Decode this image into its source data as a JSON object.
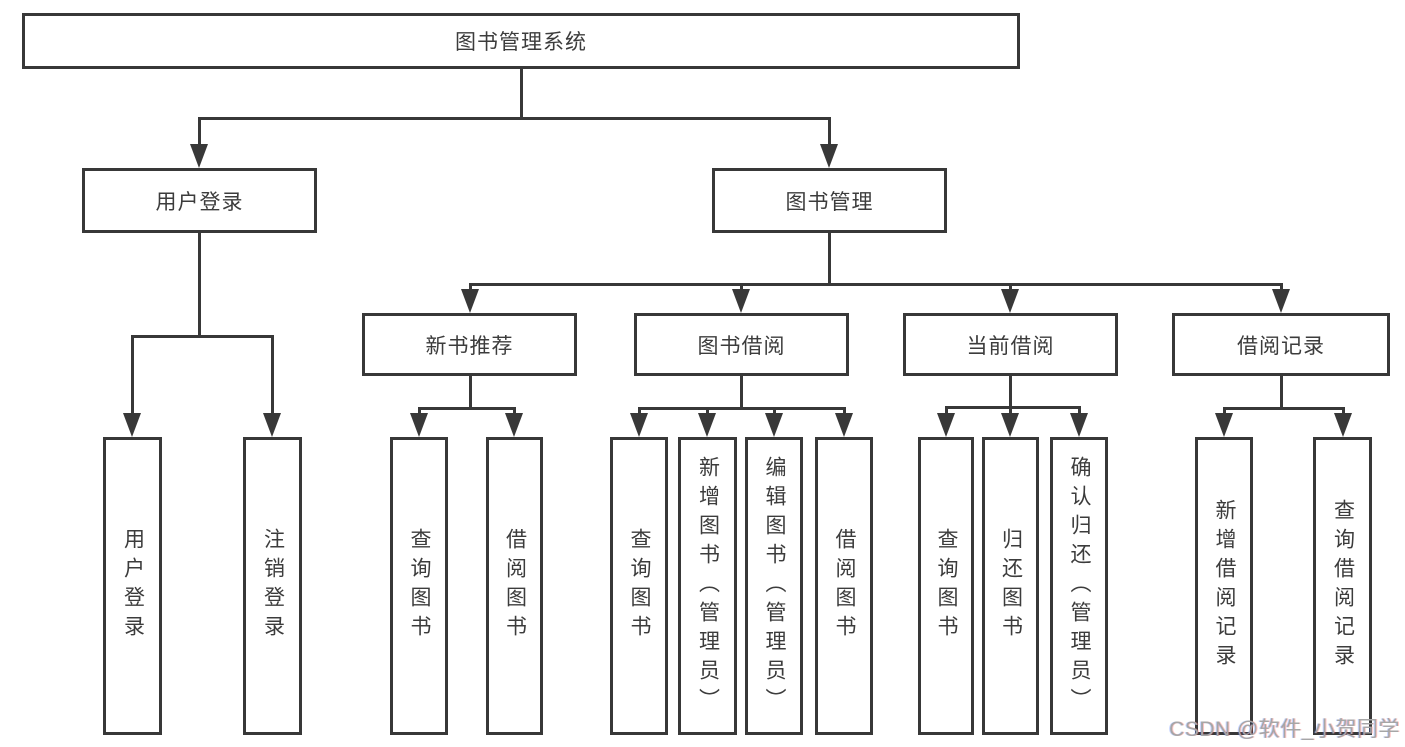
{
  "colors": {
    "line": "#383838",
    "text": "#3c3c3c",
    "background": "#ffffff",
    "watermark": "#a6a6a6"
  },
  "diagram": {
    "type": "hierarchy-tree",
    "root": {
      "label": "图书管理系统"
    },
    "level2": [
      {
        "label": "用户登录",
        "parent": "图书管理系统"
      },
      {
        "label": "图书管理",
        "parent": "图书管理系统"
      }
    ],
    "level3": [
      {
        "label": "新书推荐",
        "parent": "图书管理"
      },
      {
        "label": "图书借阅",
        "parent": "图书管理"
      },
      {
        "label": "当前借阅",
        "parent": "图书管理"
      },
      {
        "label": "借阅记录",
        "parent": "图书管理"
      }
    ],
    "leaves": [
      {
        "label": "用户登录",
        "parent": "用户登录"
      },
      {
        "label": "注销登录",
        "parent": "用户登录"
      },
      {
        "label": "查询图书",
        "parent": "新书推荐"
      },
      {
        "label": "借阅图书",
        "parent": "新书推荐"
      },
      {
        "label": "查询图书",
        "parent": "图书借阅"
      },
      {
        "label": "新增图书（管理员）",
        "parent": "图书借阅"
      },
      {
        "label": "编辑图书（管理员）",
        "parent": "图书借阅"
      },
      {
        "label": "借阅图书",
        "parent": "图书借阅"
      },
      {
        "label": "查询图书",
        "parent": "当前借阅"
      },
      {
        "label": "归还图书",
        "parent": "当前借阅"
      },
      {
        "label": "确认归还（管理员）",
        "parent": "当前借阅"
      },
      {
        "label": "新增借阅记录",
        "parent": "借阅记录"
      },
      {
        "label": "查询借阅记录",
        "parent": "借阅记录"
      }
    ]
  },
  "watermark": {
    "text": "CSDN @软件_小贺同学"
  }
}
